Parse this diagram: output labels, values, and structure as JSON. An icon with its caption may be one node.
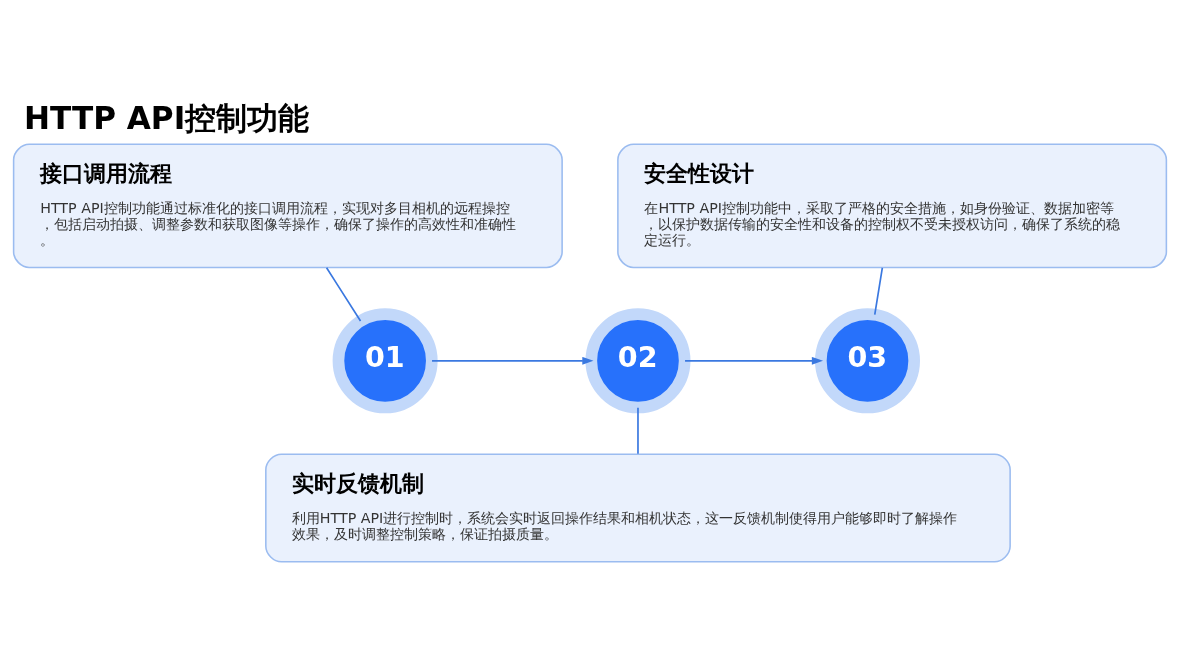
{
  "diagram": {
    "title": "HTTP API控制功能",
    "nodes": [
      {
        "text": [
          "接口调用流程",
          "HTTP API控制功能通过标准化的接口调用流程，实现对多目相机的远程操控，包括启动拍摄、调整参数和获取图像等操作，确保了操作的高效性和准确性。"
        ]
      },
      {
        "text": [
          "安全性设计",
          "在HTTP API控制功能中，采取了严格的安全措施，如身份验证、数据加密等，以保护数据传输的安全性和设备的控制权不受未授权访问，确保了系统的稳定运行。"
        ]
      },
      {
        "text": [
          "01"
        ]
      },
      {
        "text": [
          "02"
        ]
      },
      {
        "text": [
          "03"
        ]
      },
      {
        "text": [
          "实时反馈机制",
          "利用HTTP API进行控制时，系统会实时返回操作结果和相机状态，这一反馈机制使得用户能够即时了解操作效果，及时调整控制策略，保证拍摄质量。"
        ]
      }
    ],
    "edges": [
      {
        "from": 0,
        "to": 2,
        "arrow": "none"
      },
      {
        "from": 2,
        "to": 3,
        "arrow": "to"
      },
      {
        "from": 3,
        "to": 4,
        "arrow": "to"
      },
      {
        "from": 1,
        "to": 4,
        "arrow": "none"
      },
      {
        "from": 3,
        "to": 5,
        "arrow": "none"
      }
    ]
  }
}
